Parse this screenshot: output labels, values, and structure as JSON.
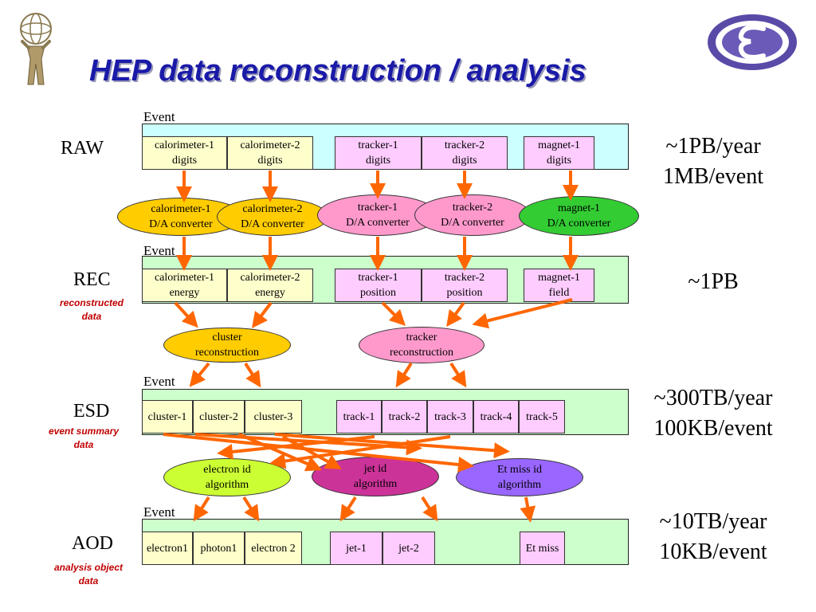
{
  "title": "HEP data reconstruction / analysis",
  "event_label": "Event",
  "levels": {
    "raw": {
      "name": "RAW",
      "rate": "~1PB/year\n1MB/event"
    },
    "rec": {
      "name": "REC",
      "sub": "reconstructed\ndata",
      "rate": "~1PB"
    },
    "esd": {
      "name": "ESD",
      "sub": "event summary\ndata",
      "rate": "~300TB/year\n100KB/event"
    },
    "aod": {
      "name": "AOD",
      "sub": "analysis object\ndata",
      "rate": "~10TB/year\n10KB/event"
    }
  },
  "raw_cells": [
    "calorimeter-1\ndigits",
    "calorimeter-2\ndigits",
    "tracker-1\ndigits",
    "tracker-2\ndigits",
    "magnet-1\ndigits"
  ],
  "converters": [
    "calorimeter-1\nD/A converter",
    "calorimeter-2\nD/A converter",
    "tracker-1\nD/A converter",
    "tracker-2\nD/A converter",
    "magnet-1\nD/A converter"
  ],
  "rec_cells": [
    "calorimeter-1\nenergy",
    "calorimeter-2\nenergy",
    "tracker-1\nposition",
    "tracker-2\nposition",
    "magnet-1\nfield"
  ],
  "reconstruction": [
    "cluster\nreconstruction",
    "tracker\nreconstruction"
  ],
  "esd_cells": [
    "cluster-1",
    "cluster-2",
    "cluster-3",
    "track-1",
    "track-2",
    "track-3",
    "track-4",
    "track-5"
  ],
  "algorithms": [
    "electron id\nalgorithm",
    "jet id\nalgorithm",
    "Et miss id\nalgorithm"
  ],
  "aod_cells": [
    "electron1",
    "photon1",
    "electron 2",
    "jet-1",
    "jet-2",
    "Et miss"
  ],
  "colors": {
    "raw_band": "#ccffff",
    "band": "#ccffcc",
    "calorimeter": "#ffffcc",
    "tracker": "#ffccff",
    "calorimeter_converter": "#ffcc00",
    "tracker_converter": "#ff99cc",
    "magnet_converter": "#33cc33",
    "electron_algo": "#ccff33",
    "jet_algo": "#cc3399",
    "etmiss_algo": "#9966ff",
    "arrow": "#ff6600",
    "title": "#1a1aa8"
  }
}
